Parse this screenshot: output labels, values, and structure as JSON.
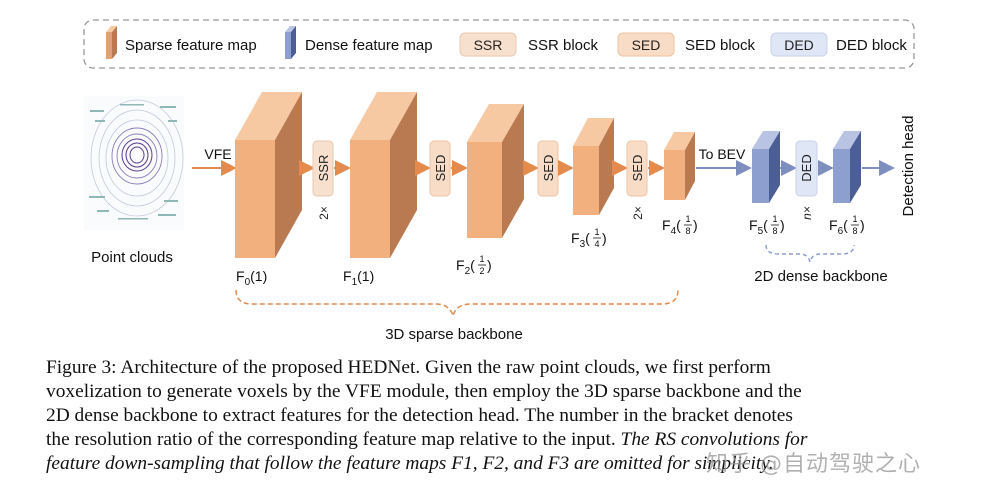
{
  "legend": {
    "sparse_label": "Sparse feature map",
    "dense_label": "Dense feature map",
    "ssr_tag": "SSR",
    "ssr_label": "SSR block",
    "sed_tag": "SED",
    "sed_label": "SED block",
    "ded_tag": "DED",
    "ded_label": "DED block"
  },
  "diagram": {
    "input_label": "Point clouds",
    "vfe_label": "VFE",
    "block_ssr": "SSR",
    "block_sed": "SED",
    "block_ded": "DED",
    "repeat_2x": "2×",
    "repeat_n": "n×",
    "to_bev": "To BEV",
    "detection_head": "Detection head",
    "sparse_backbone": "3D sparse backbone",
    "dense_backbone": "2D dense backbone",
    "maps": [
      {
        "name": "F",
        "sub": "0",
        "ratio": "(1)"
      },
      {
        "name": "F",
        "sub": "1",
        "ratio": "(1)"
      },
      {
        "name": "F",
        "sub": "2",
        "num": "1",
        "den": "2"
      },
      {
        "name": "F",
        "sub": "3",
        "num": "1",
        "den": "4"
      },
      {
        "name": "F",
        "sub": "4",
        "num": "1",
        "den": "8"
      },
      {
        "name": "F",
        "sub": "5",
        "num": "1",
        "den": "8"
      },
      {
        "name": "F",
        "sub": "6",
        "num": "1",
        "den": "8"
      }
    ]
  },
  "caption": {
    "line1": "Figure 3: Architecture of the proposed HEDNet. Given the raw point clouds, we first perform",
    "line2": "voxelization to generate voxels by the VFE module, then employ the 3D sparse backbone and the",
    "line3": "2D dense backbone to extract features for the detection head. The number in the bracket denotes",
    "line4_normal": "the resolution ratio of the corresponding feature map relative to the input.",
    "line4_italic": " The RS convolutions for",
    "line5": "feature down-sampling that follow the feature maps F1, F2, and F3 are omitted for simplicity."
  },
  "watermark": "知乎 @自动驾驶之心",
  "colors": {
    "sparse_front": "#f2b07f",
    "sparse_side": "#b97a52",
    "dense_front": "#8d9fcf",
    "dense_side": "#4c5e96",
    "ssr_fill": "#f8e0cf",
    "sed_fill": "#f9dcc5",
    "ded_fill": "#dfe6f5",
    "arrow_orange": "#e38a4c",
    "arrow_blue": "#7e8fbf"
  }
}
